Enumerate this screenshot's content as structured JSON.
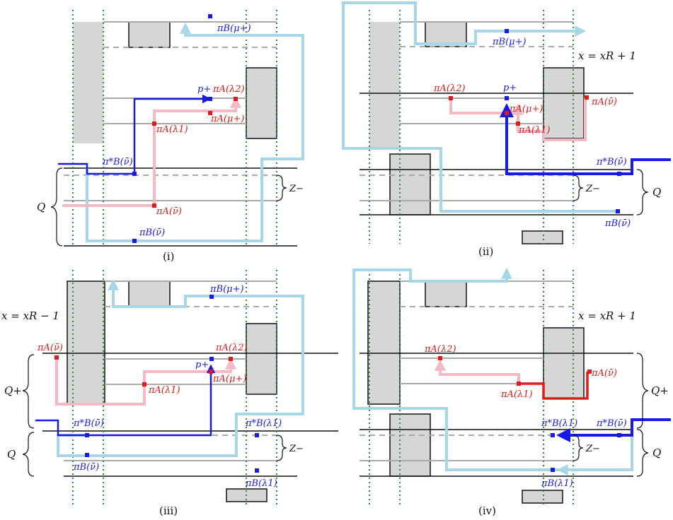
{
  "colors": {
    "blue": "#1a1ae6",
    "light_blue": "#a7d6e6",
    "red": "#e01b1b",
    "pink": "#f4b9c2",
    "grey_box": "#d6d6d6",
    "green_dotted": "#2e8b2e"
  },
  "panels": [
    {
      "caption": "(i)",
      "labels": {
        "pi_B_mu_plus": "πB(μ+)",
        "p_plus": "p+",
        "pi_A_lambda2": "πA(λ2)",
        "pi_A_mu_plus": "πA(μ+)",
        "pi_A_lambda1": "πA(λ1)",
        "pi_B_star_nu": "π*B(ν̄)",
        "pi_A_nu": "πA(ν̄)",
        "pi_B_nu": "πB(ν̄)",
        "Z_minus": "Z−",
        "Q": "Q"
      }
    },
    {
      "caption": "(ii)",
      "labels": {
        "pi_B_mu_plus": "πB(μ+)",
        "x_eq": "x = xR + 1",
        "pi_A_lambda2": "πA(λ2)",
        "p_plus": "p+",
        "pi_A_nu": "πA(ν̄)",
        "pi_A_mu_plus": "πA(μ+)",
        "pi_A_lambda1": "πA(λ1)",
        "pi_B_star_nu": "π*B(ν̄)",
        "Z_minus": "Z−",
        "Q": "Q",
        "pi_B_nu": "πB(ν̄)"
      }
    },
    {
      "caption": "(iii)",
      "labels": {
        "x_eq": "x = xR − 1",
        "pi_B_mu_plus": "πB(μ+)",
        "pi_A_nu": "πA(ν̄)",
        "pi_A_lambda2": "πA(λ2)",
        "p_plus": "p+",
        "pi_A_mu_plus": "πA(μ+)",
        "pi_A_lambda1": "πA(λ1)",
        "Q_plus": "Q+",
        "pi_B_star_nu": "π*B(ν̄)",
        "pi_B_star_lambda1": "π*B(λ1)",
        "Z_minus": "Z−",
        "Q": "Q",
        "pi_B_nu": "πB(ν̄)",
        "pi_B_lambda1": "πB(λ1)"
      }
    },
    {
      "caption": "(iv)",
      "labels": {
        "x_eq": "x = xR + 1",
        "pi_A_lambda2": "πA(λ2)",
        "pi_A_nu": "πA(ν̄)",
        "pi_A_lambda1": "πA(λ1)",
        "Q_plus": "Q+",
        "pi_B_star_lambda1": "π*B(λ1)",
        "pi_B_star_nu": "π*B(ν̄)",
        "Z_minus": "Z−",
        "Q": "Q",
        "pi_B_lambda1": "πB(λ1)"
      }
    }
  ]
}
